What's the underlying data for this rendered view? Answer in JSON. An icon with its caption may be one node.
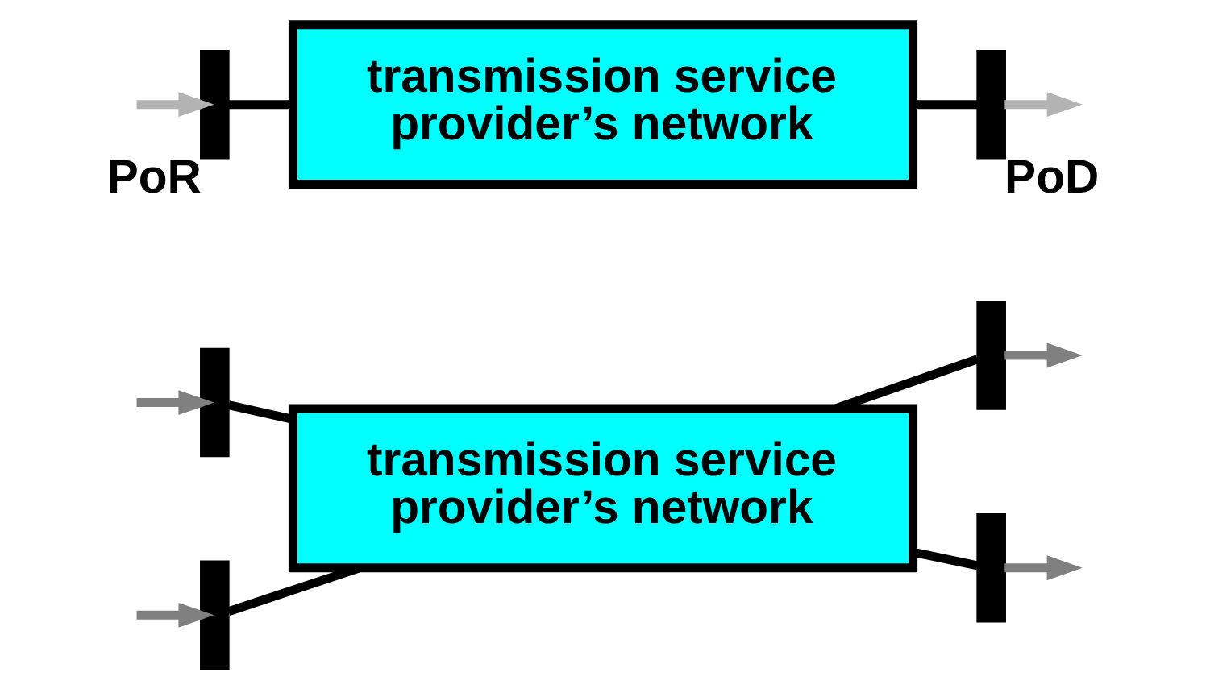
{
  "diagram": {
    "nodes": [
      {
        "text": [],
        "shape": "bar",
        "beside": [
          "PoR"
        ]
      },
      {
        "text": [
          "transmission service provider’s network"
        ]
      },
      {
        "text": [],
        "shape": "bar",
        "beside": [
          "PoD"
        ]
      },
      {
        "text": [],
        "shape": "bar"
      },
      {
        "text": [
          "transmission service provider’s network"
        ]
      },
      {
        "text": [],
        "shape": "bar"
      },
      {
        "text": [],
        "shape": "bar"
      },
      {
        "text": [],
        "shape": "bar"
      }
    ],
    "edges": [
      {
        "from": null,
        "to": 0,
        "arrow": "to",
        "color": "#b3b3b3"
      },
      {
        "from": 0,
        "to": 1,
        "arrow": "none"
      },
      {
        "from": 1,
        "to": 2,
        "arrow": "none"
      },
      {
        "from": 2,
        "to": null,
        "arrow": "to",
        "color": "#b3b3b3"
      },
      {
        "from": null,
        "to": 3,
        "arrow": "to",
        "color": "#808080"
      },
      {
        "from": null,
        "to": 6,
        "arrow": "to",
        "color": "#808080"
      },
      {
        "from": 3,
        "to": 4,
        "arrow": "none"
      },
      {
        "from": 6,
        "to": 4,
        "arrow": "none"
      },
      {
        "from": 4,
        "to": 5,
        "arrow": "none"
      },
      {
        "from": 4,
        "to": 7,
        "arrow": "none"
      },
      {
        "from": 5,
        "to": null,
        "arrow": "to",
        "color": "#808080"
      },
      {
        "from": 7,
        "to": null,
        "arrow": "to",
        "color": "#808080"
      }
    ]
  }
}
